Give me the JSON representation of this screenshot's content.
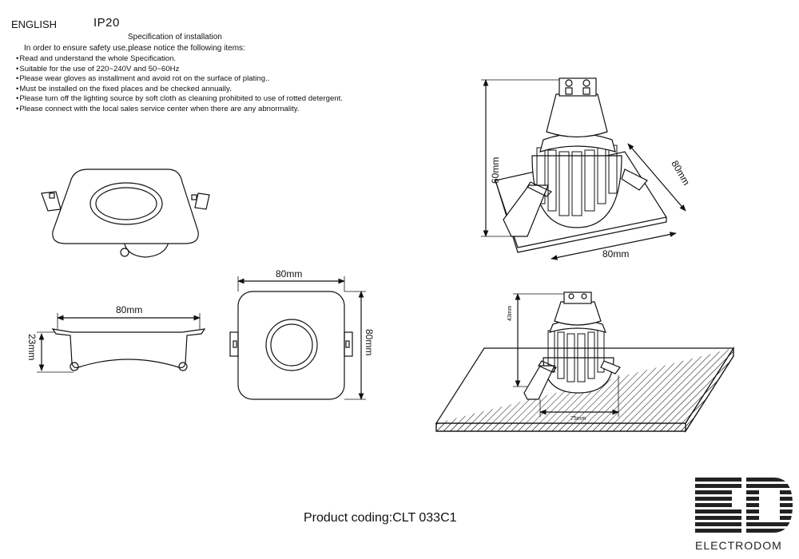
{
  "header": {
    "language": "ENGLISH",
    "rating": "IP20",
    "spec_title": "Specification of installation",
    "notice": "In order to ensure safety use,please notice the following items:"
  },
  "rules": [
    "Read and understand the whole Specification.",
    "Suitable for the use of 220~240V and 50~60Hz",
    "Please wear gloves as installment and avoid rot on the surface of plating..",
    "Must be installed on the fixed places and be checked annually.",
    "Please turn off the lighting source by soft cloth as cleaning prohibited to use of rotted detergent.",
    "Please connect with the local sales service center when there are any abnormality."
  ],
  "dimensions": {
    "side_width": "80mm",
    "side_height": "23mm",
    "top_width": "80mm",
    "top_height": "80mm",
    "iso_height": "60mm",
    "iso_width": "80mm",
    "iso_depth": "80mm",
    "install_height": "43mm",
    "install_hole": "75mm"
  },
  "footer": {
    "product_code": "Product coding:CLT 033C1"
  },
  "brand": {
    "name": "ELECTRODOM"
  }
}
